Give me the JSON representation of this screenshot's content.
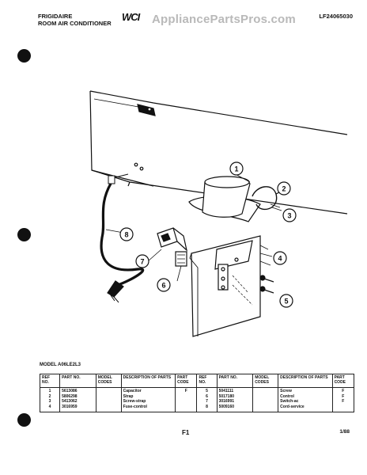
{
  "header": {
    "brand": "FRIGIDAIRE",
    "product": "ROOM AIR CONDITIONER",
    "logo": "WCI",
    "watermark": "AppliancePartsPros.com",
    "doc_number": "LF24065030"
  },
  "callouts": [
    "1",
    "2",
    "3",
    "4",
    "5",
    "6",
    "7",
    "8"
  ],
  "model_line": "MODEL A06LE2L3",
  "table": {
    "headers": {
      "ref_no": "REF NO.",
      "part_no": "PART NO.",
      "model_codes": "MODEL CODES",
      "description": "DESCRIPTION OF PARTS",
      "part_code": "PART CODE"
    },
    "left": {
      "refs": [
        "1",
        "2",
        "3",
        "4"
      ],
      "parts": [
        "5613086",
        "5806298",
        "5413062",
        "3016959"
      ],
      "model_codes": [
        "",
        "",
        "",
        ""
      ],
      "descriptions": [
        "Capacitor",
        "Strap",
        "Screw-strap",
        "Fuse-control"
      ],
      "codes": [
        "F",
        "",
        "",
        ""
      ]
    },
    "right": {
      "refs": [
        "5",
        "6",
        "7",
        "8"
      ],
      "parts": [
        "5041111",
        "5017180",
        "3016991",
        "5009160"
      ],
      "model_codes": [
        "",
        "",
        "",
        ""
      ],
      "descriptions": [
        "Screw",
        "Control",
        "Switch-ac",
        "Cord-service"
      ],
      "codes": [
        "",
        "F",
        "F",
        "F"
      ]
    }
  },
  "footer": {
    "page": "F1",
    "date": "1/88"
  }
}
